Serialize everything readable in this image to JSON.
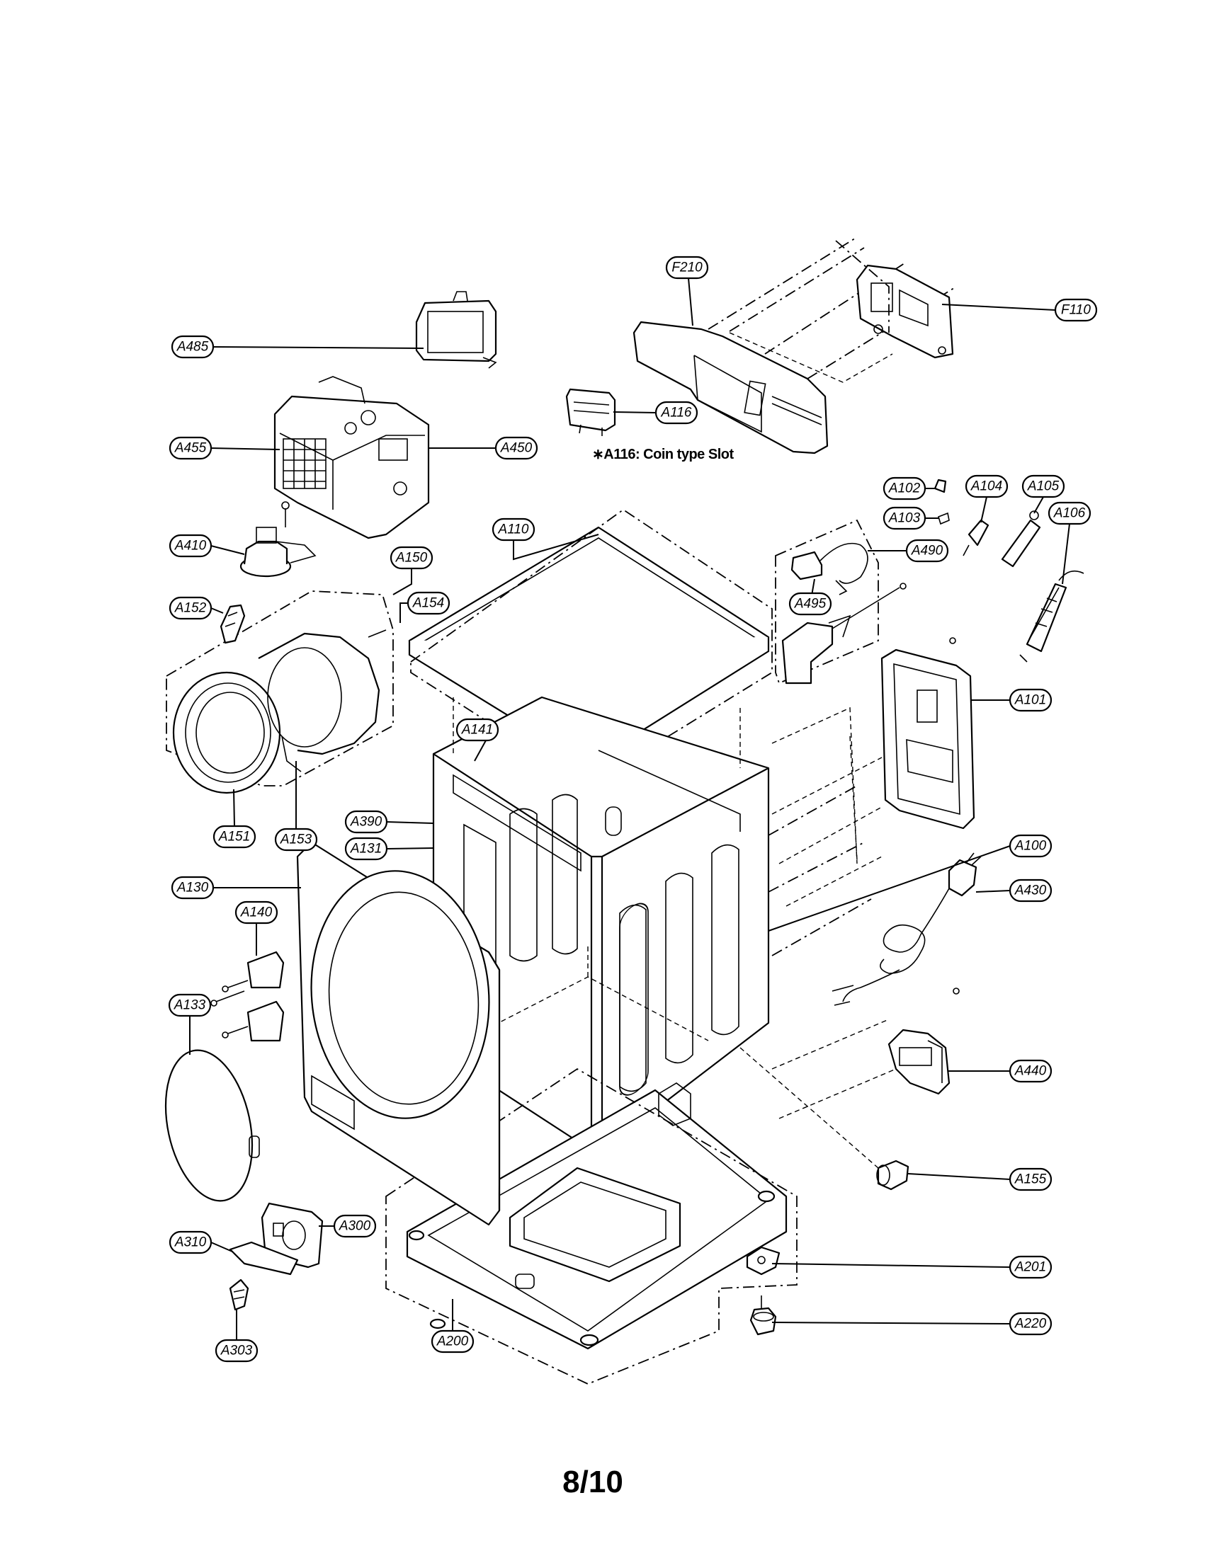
{
  "labels": [
    {
      "id": "F210"
    },
    {
      "id": "F110"
    },
    {
      "id": "A485"
    },
    {
      "id": "A116"
    },
    {
      "id": "A455"
    },
    {
      "id": "A450"
    },
    {
      "id": "A102"
    },
    {
      "id": "A104"
    },
    {
      "id": "A105"
    },
    {
      "id": "A103"
    },
    {
      "id": "A106"
    },
    {
      "id": "A110"
    },
    {
      "id": "A410"
    },
    {
      "id": "A490"
    },
    {
      "id": "A150"
    },
    {
      "id": "A154"
    },
    {
      "id": "A152"
    },
    {
      "id": "A495"
    },
    {
      "id": "A101"
    },
    {
      "id": "A141"
    },
    {
      "id": "A151"
    },
    {
      "id": "A153"
    },
    {
      "id": "A390"
    },
    {
      "id": "A131"
    },
    {
      "id": "A100"
    },
    {
      "id": "A130"
    },
    {
      "id": "A430"
    },
    {
      "id": "A140"
    },
    {
      "id": "A133"
    },
    {
      "id": "A440"
    },
    {
      "id": "A155"
    },
    {
      "id": "A300"
    },
    {
      "id": "A310"
    },
    {
      "id": "A201"
    },
    {
      "id": "A220"
    },
    {
      "id": "A303"
    },
    {
      "id": "A200"
    }
  ],
  "note": "∗A116: Coin type Slot",
  "page_number": "8/10"
}
